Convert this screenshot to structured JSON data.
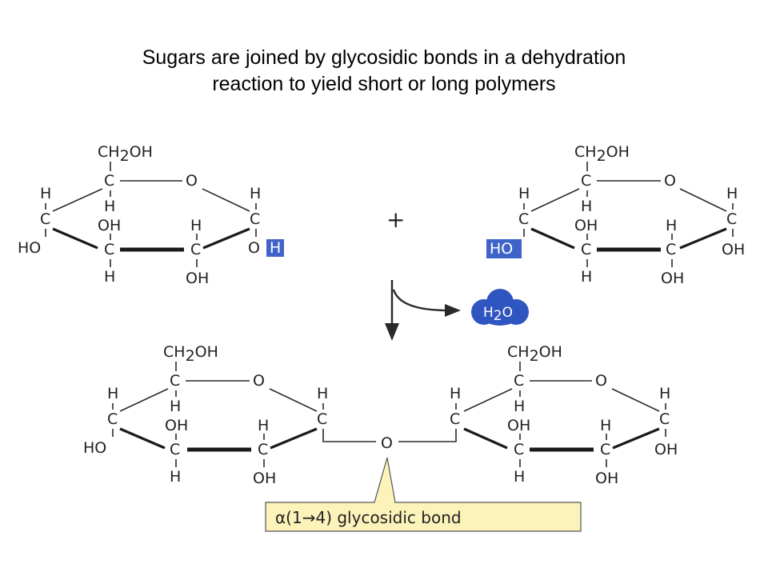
{
  "slide": {
    "title_line1": "Sugars are joined by glycosidic bonds in a dehydration",
    "title_line2": "reaction to yield short or long polymers"
  },
  "reaction": {
    "plus_sign": "+",
    "water_label": "H2O",
    "bond_label": "α(1→4) glycosidic bond"
  },
  "glucose_labels": {
    "ch2oh": "CH2OH",
    "carbon": "C",
    "ring_oxygen": "O",
    "hydrogen": "H",
    "hydroxyl_left": "HO",
    "hydroxyl_right": "OH",
    "hydroxyl_middle": "OH",
    "hydroxyl_bottom": "OH",
    "oxygen": "O"
  },
  "highlight_color": "#3f63c9",
  "water_color": "#2f55c0",
  "callout_color": "#fbf3b9"
}
